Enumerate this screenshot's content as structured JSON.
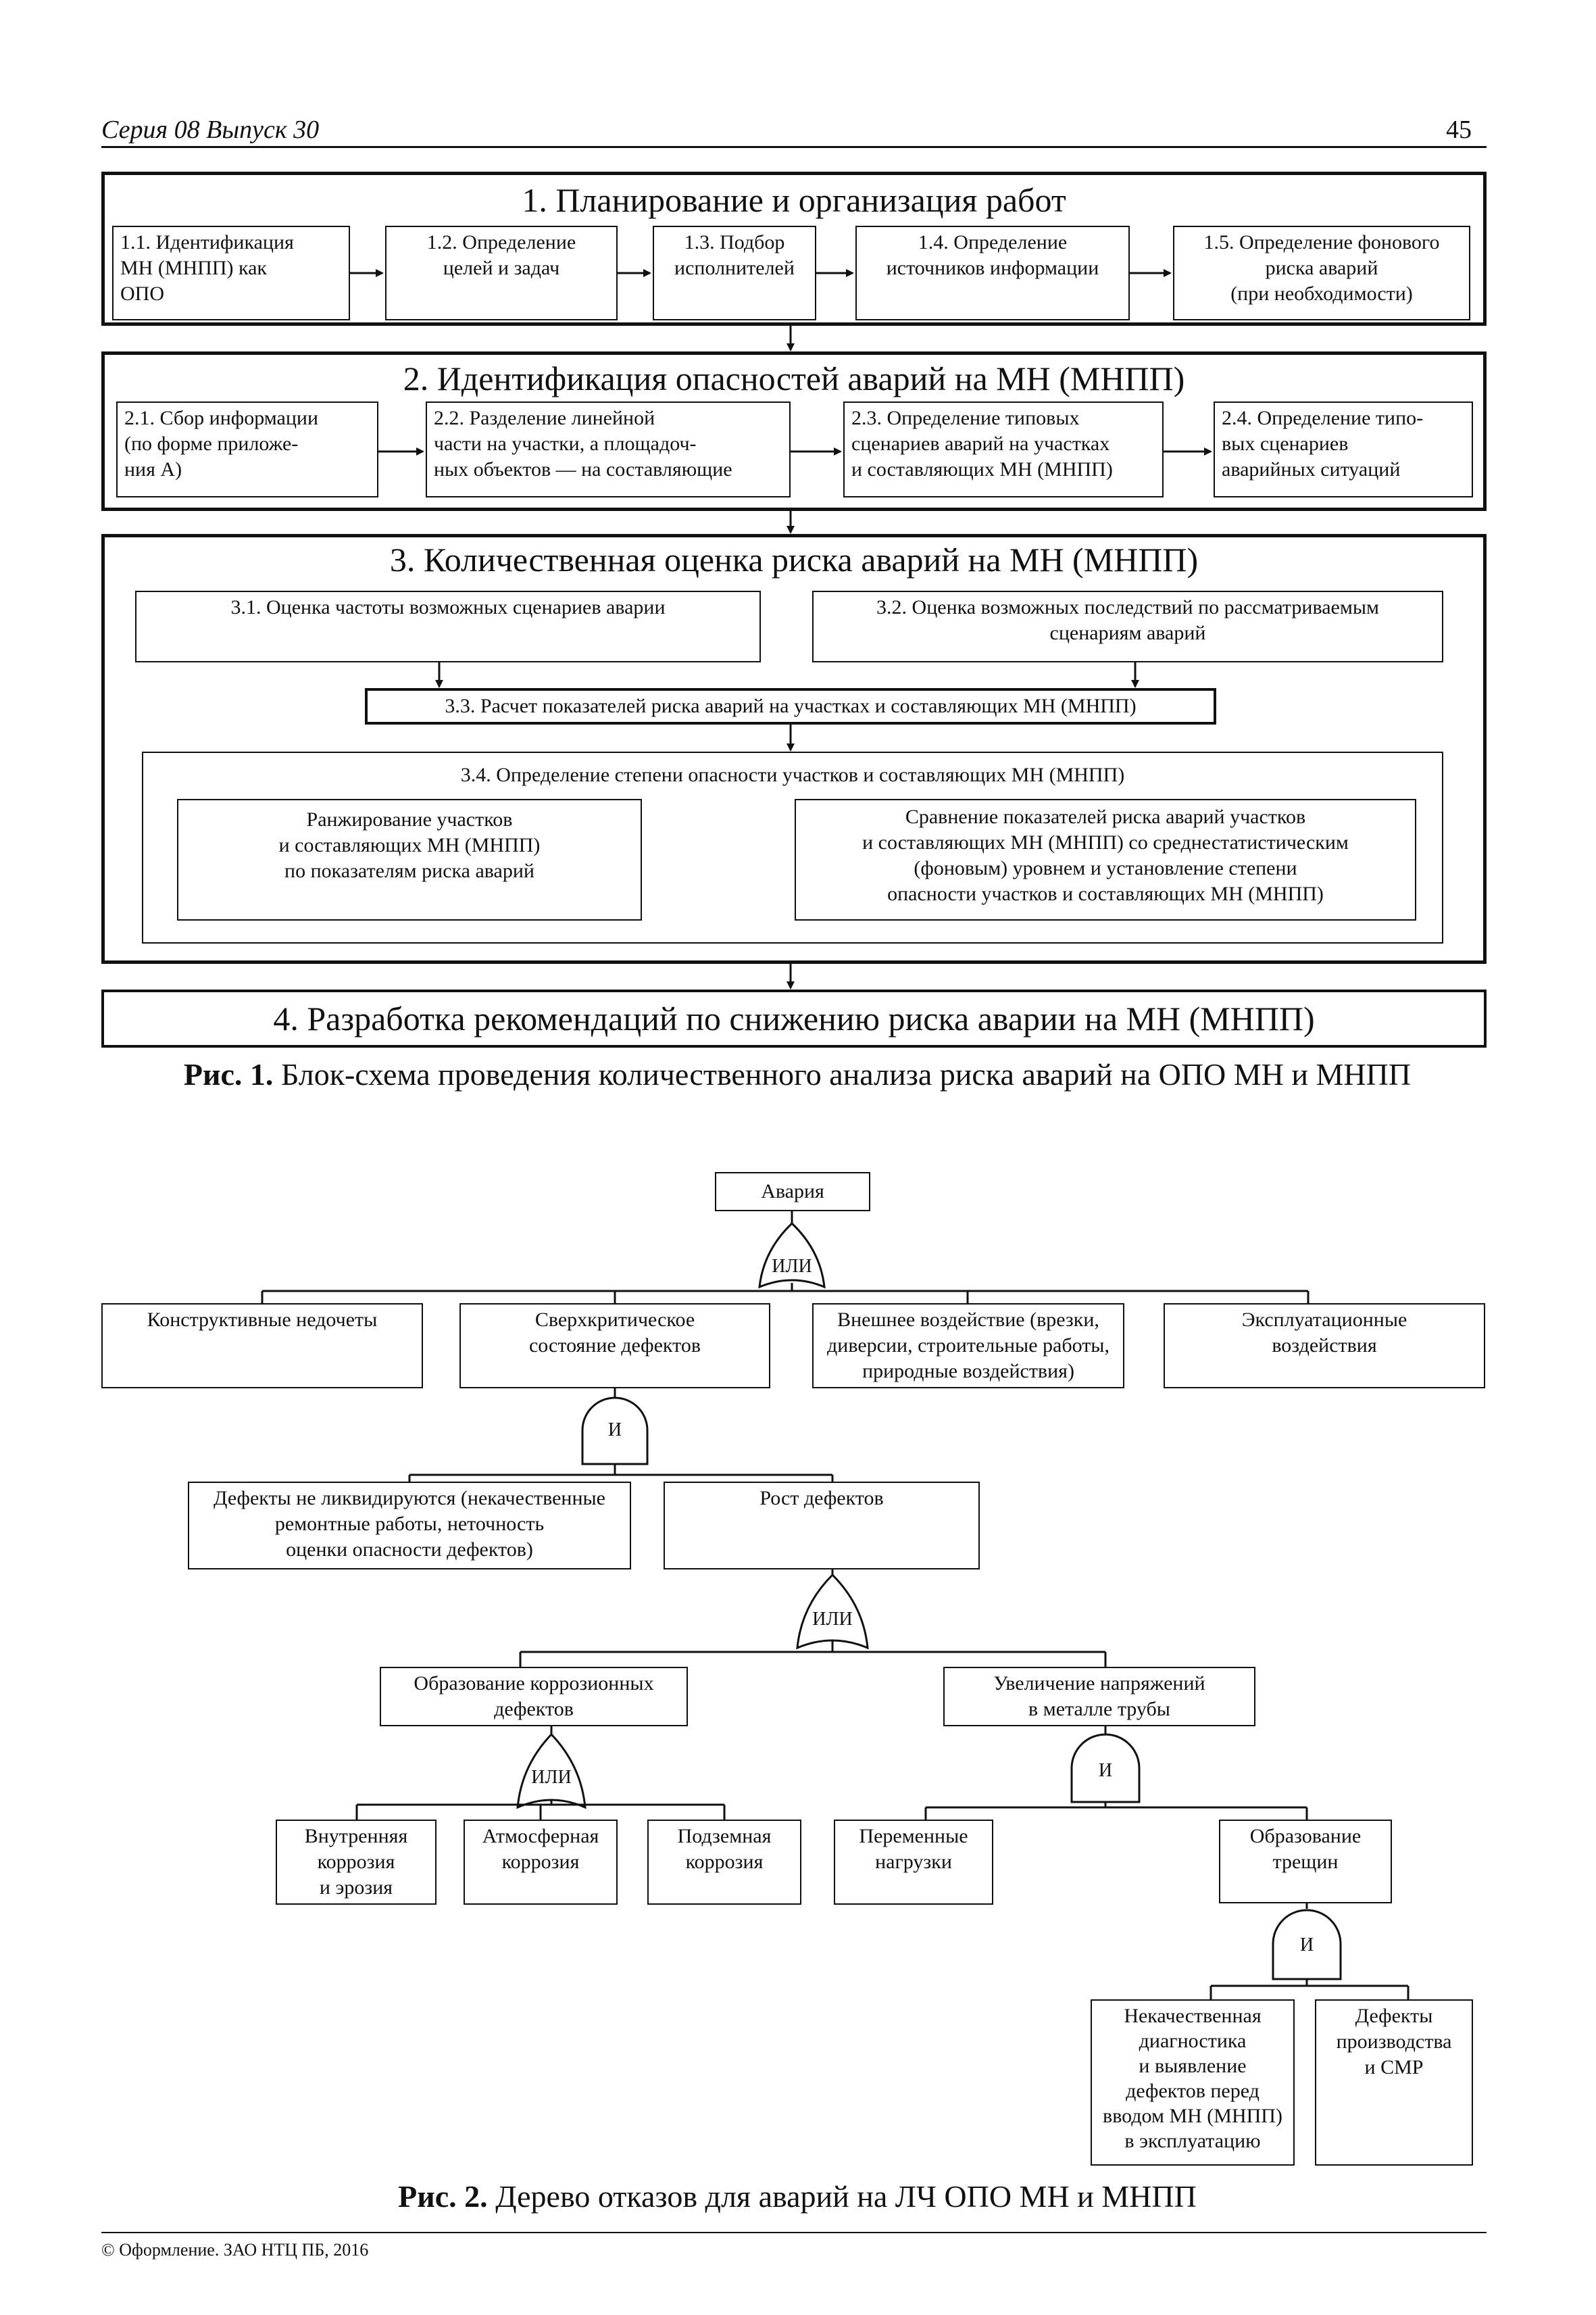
{
  "header": {
    "series": "Серия 08 Выпуск 30",
    "page_number": "45"
  },
  "fig1": {
    "s1": {
      "title": "1. Планирование и организация работ",
      "boxes": [
        "1.1. Идентификация\nМН (МНПП) как\nОПО",
        "1.2. Определение\nцелей и задач",
        "1.3. Подбор\nисполнителей",
        "1.4. Определение\nисточников информации",
        "1.5. Определение фонового\nриска аварий\n(при необходимости)"
      ]
    },
    "s2": {
      "title": "2. Идентификация опасностей аварий на МН (МНПП)",
      "boxes": [
        "2.1. Сбор информации\n(по форме приложе-\nния А)",
        "2.2. Разделение линейной\nчасти на участки, а площадоч-\nных объектов — на составляющие",
        "2.3. Определение типовых\nсценариев аварий на участках\nи составляющих МН (МНПП)",
        "2.4. Определение типо-\nвых сценариев\nаварийных ситуаций"
      ]
    },
    "s3": {
      "title": "3. Количественная оценка риска аварий на МН (МНПП)",
      "b31": "3.1. Оценка частоты возможных сценариев аварии",
      "b32": "3.2. Оценка возможных последствий по рассматриваемым\nсценариям аварий",
      "b33": "3.3. Расчет показателей риска аварий на участках и составляющих МН (МНПП)",
      "b34": "3.4. Определение степени опасности участков и составляющих МН (МНПП)",
      "b34a": "Ранжирование участков\nи составляющих МН (МНПП)\nпо показателям риска аварий",
      "b34b": "Сравнение показателей риска аварий участков\nи составляющих МН (МНПП) со среднестатистическим\n(фоновым) уровнем и установление степени\nопасности участков и составляющих МН (МНПП)"
    },
    "s4": {
      "title": "4. Разработка рекомендаций по снижению риска аварии на МН (МНПП)"
    },
    "caption_bold": "Рис. 1.",
    "caption_text": " Блок-схема проведения количественного анализа риска аварий на ОПО МН и МНПП"
  },
  "fig2": {
    "top": "Авария",
    "gate_or": "ИЛИ",
    "gate_and": "И",
    "level1": [
      "Конструктивные недочеты",
      "Сверхкритическое\nсостояние дефектов",
      "Внешнее воздействие (врезки,\nдиверсии, строительные работы,\nприродные воздействия)",
      "Эксплуатационные\nвоздействия"
    ],
    "level2": [
      "Дефекты не ликвидируются (некачественные\nремонтные работы, неточность\nоценки опасности дефектов)",
      "Рост дефектов"
    ],
    "level3": [
      "Образование коррозионных\nдефектов",
      "Увеличение напряжений\nв металле трубы"
    ],
    "level4a": [
      "Внутренняя\nкоррозия\nи эрозия",
      "Атмосферная\nкоррозия",
      "Подземная\nкоррозия"
    ],
    "level4b": [
      "Переменные\nнагрузки",
      "Образование\nтрещин"
    ],
    "level5": [
      "Некачественная\nдиагностика\nи выявление\nдефектов перед\nвводом МН (МНПП)\nв эксплуатацию",
      "Дефекты\nпроизводства\nи СМР"
    ],
    "caption_bold": "Рис. 2.",
    "caption_text": " Дерево отказов для аварий на ЛЧ ОПО МН и МНПП"
  },
  "footer": "© Оформление. ЗАО НТЦ ПБ, 2016"
}
